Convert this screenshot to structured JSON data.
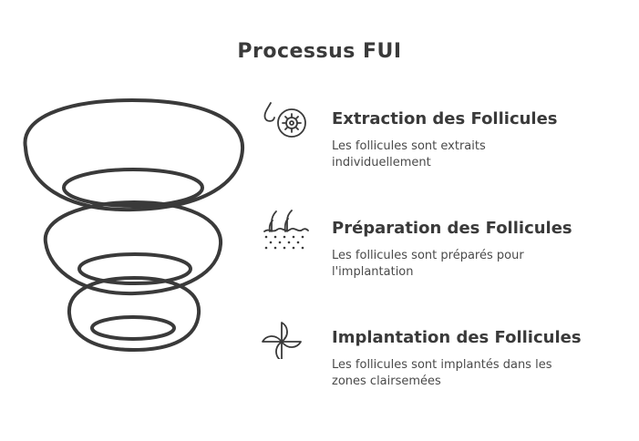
{
  "title": "Processus FUI",
  "steps": [
    {
      "heading": "Extraction des Follicules",
      "description": "Les follicules sont extraits individuellement",
      "icon": "drop-and-follicle-icon"
    },
    {
      "heading": "Préparation des Follicules",
      "description": "Les follicules sont préparés pour l'implantation",
      "icon": "hair-follicles-icon"
    },
    {
      "heading": "Implantation des Follicules",
      "description": "Les follicules sont implantés dans les zones clairsemées",
      "icon": "pinwheel-icon"
    }
  ],
  "colors": {
    "stroke": "#3a3a3a",
    "text": "#3a3a3a",
    "background": "#ffffff"
  }
}
